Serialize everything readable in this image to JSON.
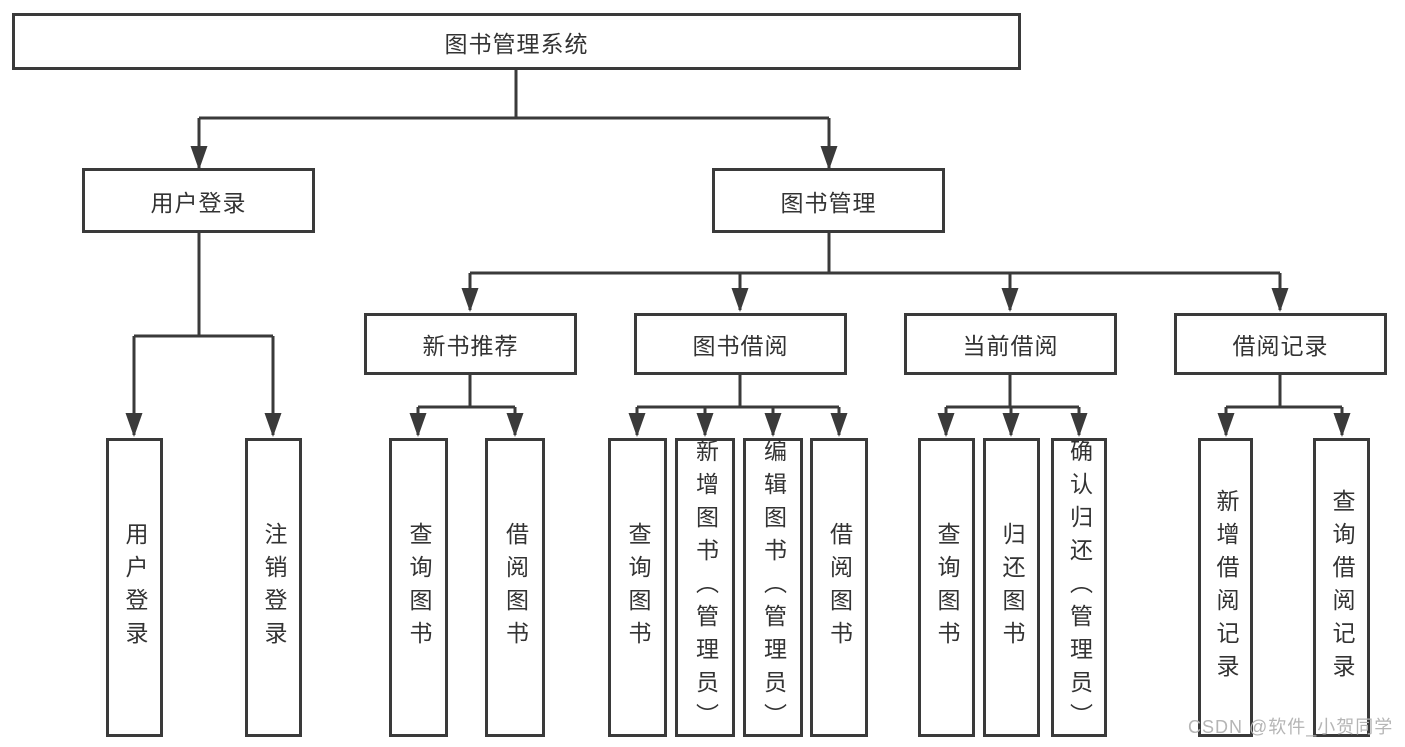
{
  "diagram": {
    "root": "图书管理系统",
    "level2": {
      "user_login": "用户登录",
      "book_mgmt": "图书管理"
    },
    "level3": {
      "new_books": "新书推荐",
      "borrowing": "图书借阅",
      "current_borrow": "当前借阅",
      "borrow_records": "借阅记录"
    },
    "leaves": {
      "user_login": "用户登录",
      "logout": "注销登录",
      "newrec_query_books": "查询图书",
      "newrec_borrow_books": "借阅图书",
      "borrow_query_books": "查询图书",
      "borrow_add_books_admin": "新增图书（管理员）",
      "borrow_edit_books_admin": "编辑图书（管理员）",
      "borrow_borrow_books": "借阅图书",
      "current_query_books": "查询图书",
      "current_return_books": "归还图书",
      "current_confirm_return_admin": "确认归还（管理员）",
      "records_add_record": "新增借阅记录",
      "records_query_record": "查询借阅记录"
    },
    "watermark": "CSDN @软件_小贺同学",
    "colors": {
      "line": "#3a3a3a",
      "text": "#333333",
      "watermark": "#b5b5b5",
      "background": "#ffffff"
    }
  }
}
